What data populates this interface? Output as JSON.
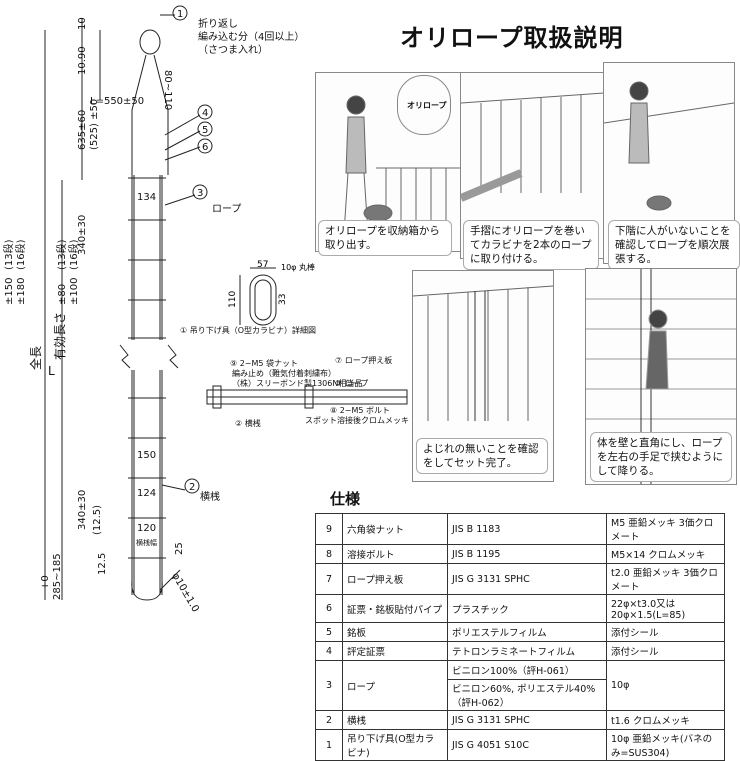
{
  "title": "オリロープ取扱説明",
  "drawing": {
    "fold_note": "折り返し\n編み込む分（4回以上）\n（さつま入れ）",
    "loop_length": "L=550±50",
    "dim_top": "10",
    "dim_10_90": "10.90",
    "dim_80_110": "80~110",
    "dim_635": "635±60",
    "dim_525": "(525) ±50",
    "dim_134": "134",
    "dim_340a": "340±30",
    "label_rope": "ロープ",
    "dim_150": "±150",
    "dim_180": "±180",
    "dim_80": "±80",
    "dim_100": "±100",
    "dim_13a": "(13段)",
    "dim_16a": "(16段)",
    "dim_13b": "(13段)",
    "dim_16b": "(16段)",
    "L": "L",
    "zencho": "全長",
    "yukonaga": "有効長さ",
    "dim_150b": "150",
    "dim_124": "124",
    "dim_340b": "340±30",
    "dim_12_5": "(12.5)",
    "dim_120": "120",
    "label_yokosan": "横桟",
    "yokosan_haba": "横桟幅",
    "dim_25": "25",
    "dim_12_5b": "12.5",
    "dim_185": "285~185",
    "dim_0": "+0",
    "dim_phi": "φ10±1.0",
    "num_1": "1",
    "num_2": "2",
    "num_3": "3",
    "num_4": "4",
    "num_5": "5",
    "num_6": "6"
  },
  "carabiner_detail": {
    "dim_57": "57",
    "dim_10phi": "10φ 丸棒",
    "dim_110": "110",
    "dim_33": "33",
    "caption": "① 吊り下げ具（O型カラビナ）詳細図"
  },
  "assembly": {
    "l9": "⑨ 2−M5 袋ナット",
    "l_ami": "編み止め（難気付着刺繍布）",
    "l_sleeve": "（株）スリーボンド製1306N相当品",
    "l7": "⑦ ロープ押え板",
    "l3": "③ ロープ",
    "l8": "⑧ 2−M5 ボルト",
    "l8b": "スポット溶接後クロムメッキ",
    "l2": "② 横桟"
  },
  "steps": [
    {
      "caption": "オリロープを収納箱から取り出す。"
    },
    {
      "caption": "手摺にオリロープを巻いてカラビナを2本のロープに取り付ける。"
    },
    {
      "caption": "下階に人がいないことを確認してロープを順次展張する。"
    },
    {
      "caption": "よじれの無いことを確認をしてセット完了。"
    },
    {
      "caption": "体を壁と直角にし、ロープを左右の手足で挟むようにして降りる。"
    }
  ],
  "box_label": "オリロープ",
  "spec": {
    "heading": "仕様",
    "rows": [
      {
        "no": "9",
        "name": "六角袋ナット",
        "material": "JIS B 1183",
        "finish": "M5 亜鉛メッキ 3価クロメート"
      },
      {
        "no": "8",
        "name": "溶接ボルト",
        "material": "JIS B 1195",
        "finish": "M5×14 クロムメッキ"
      },
      {
        "no": "7",
        "name": "ロープ押え板",
        "material": "JIS G 3131 SPHC",
        "finish": "t2.0 亜鉛メッキ 3価クロメート"
      },
      {
        "no": "6",
        "name": "証票・銘板貼付パイプ",
        "material": "プラスチック",
        "finish": "22φ×t3.0又は20φ×1.5(L=85)"
      },
      {
        "no": "5",
        "name": "銘板",
        "material": "ポリエステルフィルム",
        "finish": "添付シール"
      },
      {
        "no": "4",
        "name": "評定証票",
        "material": "テトロンラミネートフィルム",
        "finish": "添付シール"
      },
      {
        "no": "3",
        "name": "ロープ",
        "material": "ビニロン100%（評H-061）",
        "material2": "ビニロン60%, ポリエステル40%（評H-062）",
        "finish": "10φ"
      },
      {
        "no": "2",
        "name": "横桟",
        "material": "JIS G 3131 SPHC",
        "finish": "t1.6 クロムメッキ"
      },
      {
        "no": "1",
        "name": "吊り下げ具(O型カラビナ)",
        "material": "JIS G 4051 S10C",
        "finish": "10φ 亜鉛メッキ(バネのみ=SUS304)"
      }
    ]
  }
}
